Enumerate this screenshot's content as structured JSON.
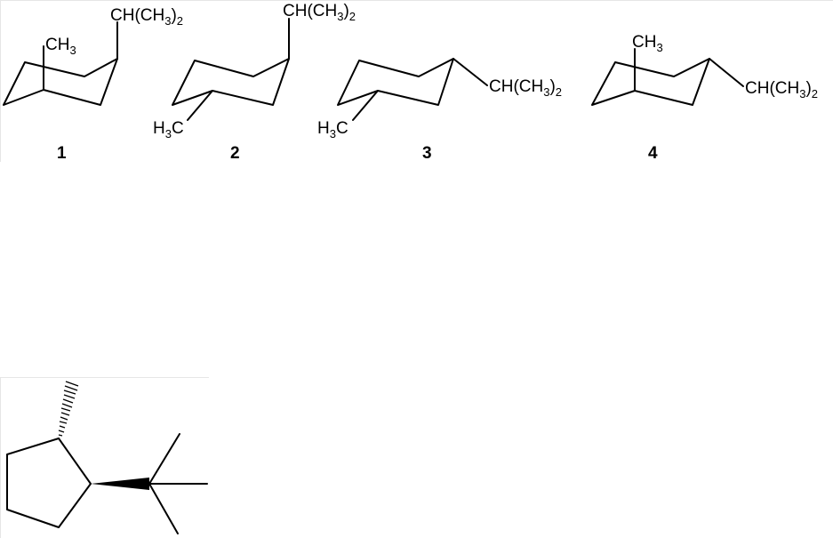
{
  "structures": [
    {
      "number": "1",
      "substituent_top": {
        "main": "CH(CH",
        "sub1": "3",
        "close": ")",
        "sub2": "2"
      },
      "substituent_methyl": {
        "main": "CH",
        "sub": "3"
      }
    },
    {
      "number": "2",
      "substituent_top": {
        "main": "CH(CH",
        "sub1": "3",
        "close": ")",
        "sub2": "2"
      },
      "substituent_methyl": {
        "pre": "H",
        "sub": "3",
        "post": "C"
      }
    },
    {
      "number": "3",
      "substituent_right": {
        "main": "CH(CH",
        "sub1": "3",
        "close": ")",
        "sub2": "2"
      },
      "substituent_methyl": {
        "pre": "H",
        "sub": "3",
        "post": "C"
      }
    },
    {
      "number": "4",
      "substituent_right": {
        "main": "CH(CH",
        "sub1": "3",
        "close": ")",
        "sub2": "2"
      },
      "substituent_methyl": {
        "main": "CH",
        "sub": "3"
      }
    }
  ],
  "colors": {
    "line": "#000000",
    "background": "#ffffff",
    "panel_border": "#e6e6e6"
  }
}
